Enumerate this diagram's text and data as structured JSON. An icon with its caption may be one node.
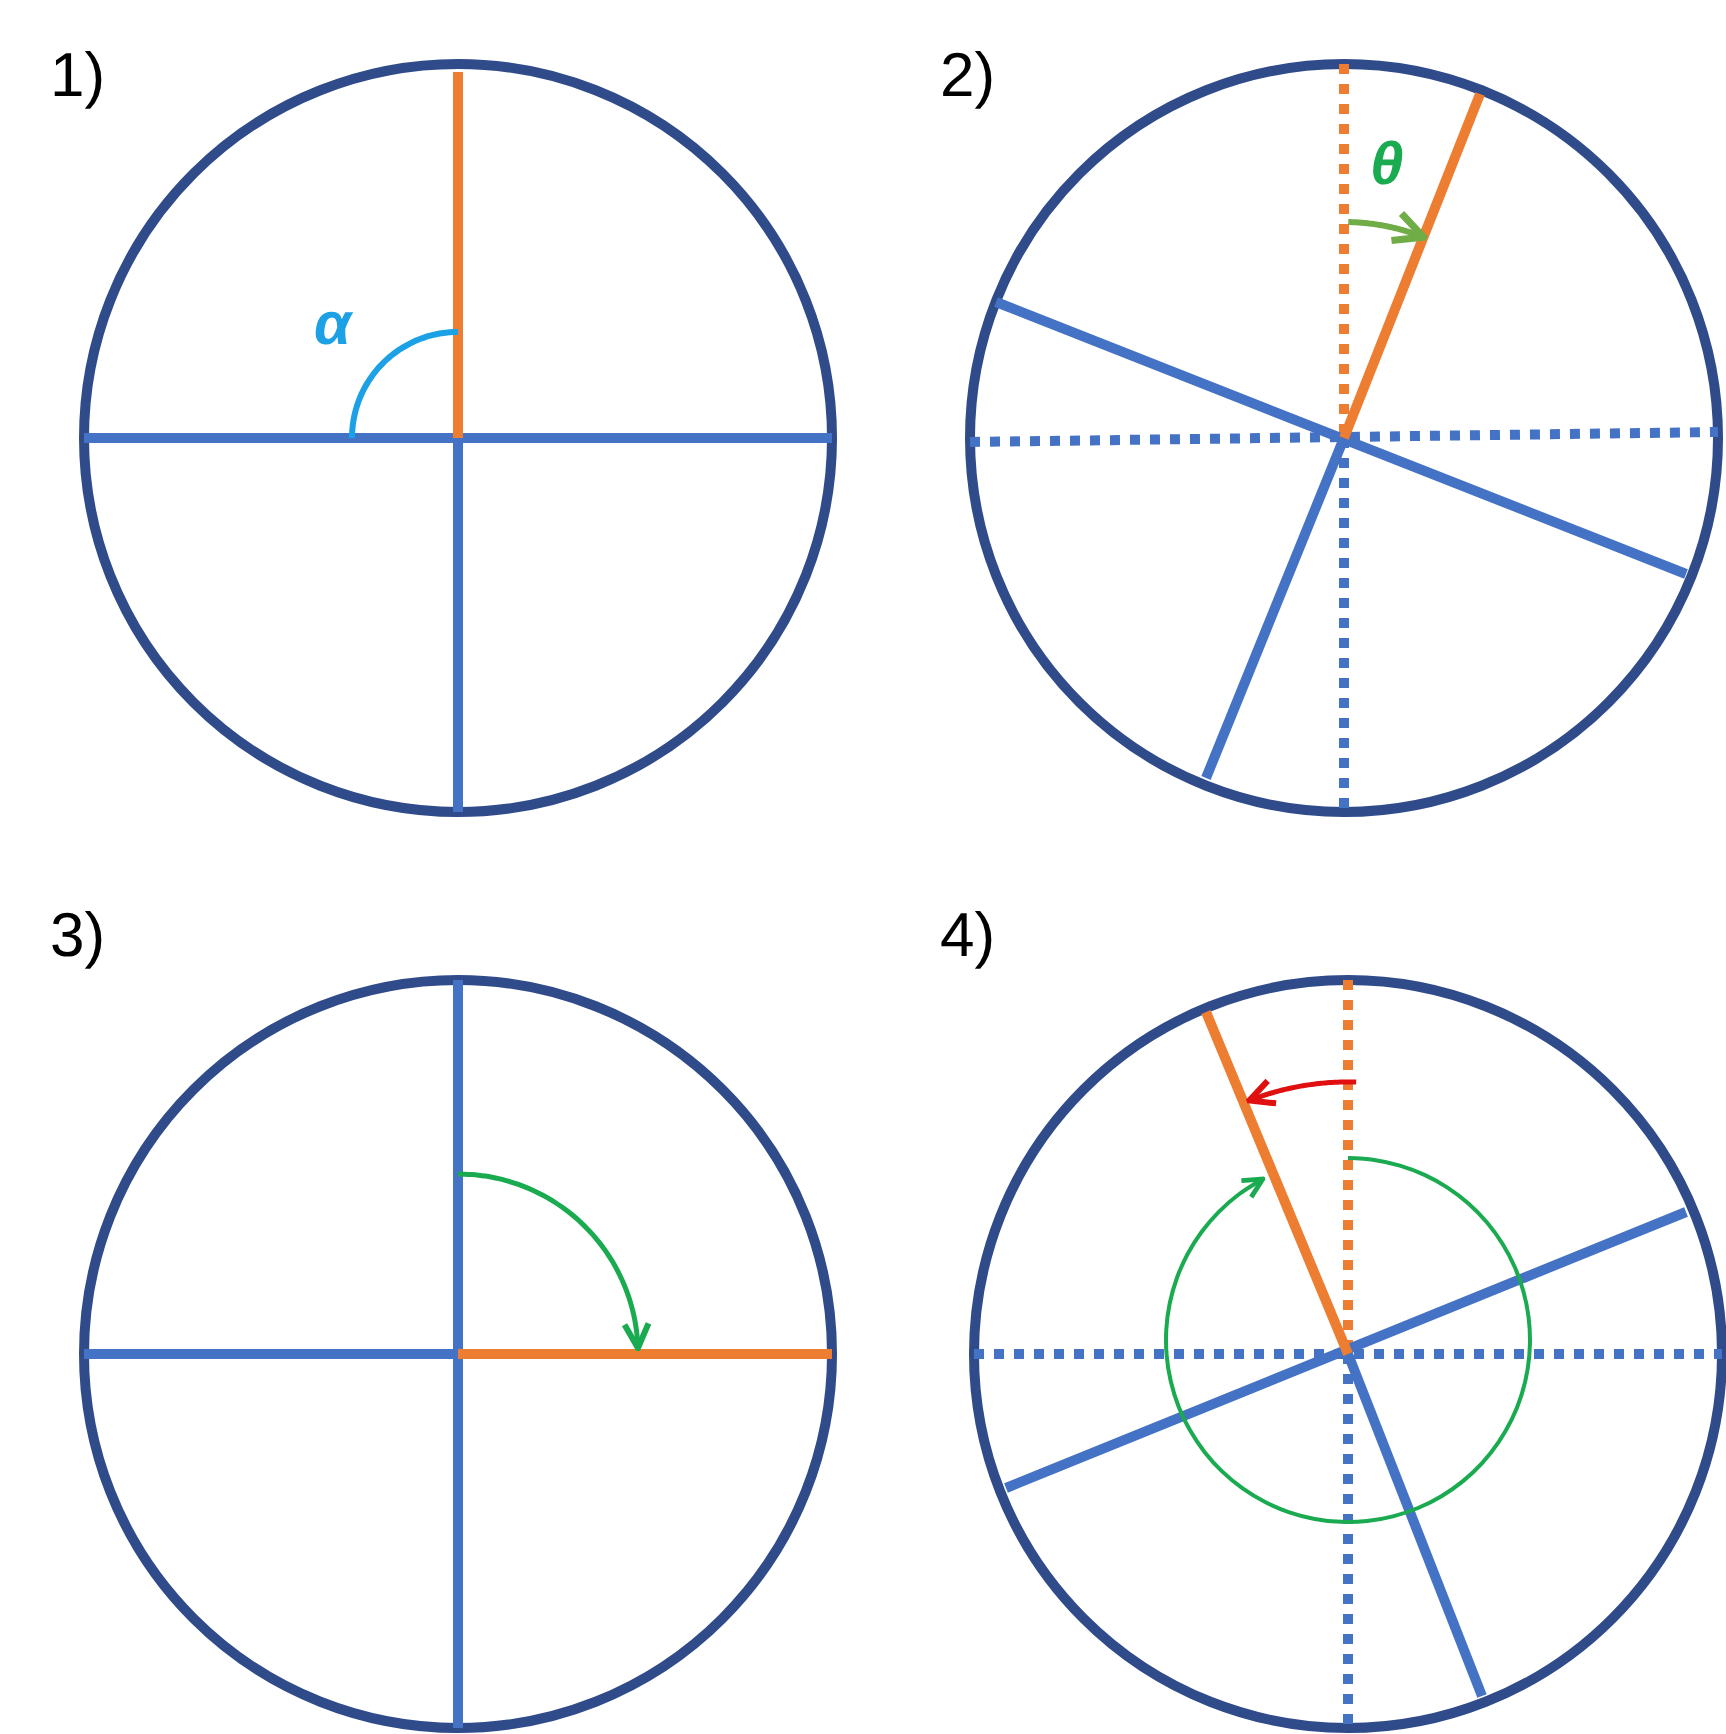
{
  "diagram": {
    "labels": [
      "1)",
      "α",
      "2)",
      "θ",
      "3)",
      "4)"
    ]
  }
}
